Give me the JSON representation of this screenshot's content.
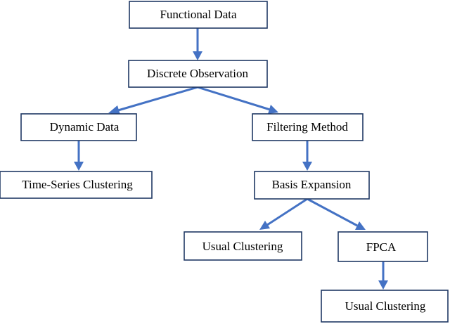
{
  "nodes": [
    {
      "id": "functional-data",
      "label": "Functional Data"
    },
    {
      "id": "discrete-observation",
      "label": "Discrete Observation"
    },
    {
      "id": "dynamic-data",
      "label": "Dynamic Data"
    },
    {
      "id": "filtering-method",
      "label": "Filtering Method"
    },
    {
      "id": "time-series-clustering",
      "label": "Time-Series Clustering"
    },
    {
      "id": "basis-expansion",
      "label": "Basis Expansion"
    },
    {
      "id": "usual-clustering-1",
      "label": "Usual Clustering"
    },
    {
      "id": "fpca",
      "label": "FPCA"
    },
    {
      "id": "usual-clustering-2",
      "label": "Usual Clustering"
    }
  ],
  "edges": [
    {
      "from": "functional-data",
      "to": "discrete-observation"
    },
    {
      "from": "discrete-observation",
      "to": "dynamic-data"
    },
    {
      "from": "discrete-observation",
      "to": "filtering-method"
    },
    {
      "from": "dynamic-data",
      "to": "time-series-clustering"
    },
    {
      "from": "filtering-method",
      "to": "basis-expansion"
    },
    {
      "from": "basis-expansion",
      "to": "usual-clustering-1"
    },
    {
      "from": "basis-expansion",
      "to": "fpca"
    },
    {
      "from": "fpca",
      "to": "usual-clustering-2"
    }
  ],
  "colors": {
    "edge": "#4472c4",
    "box_border": "#1f3864",
    "text": "#000000"
  }
}
